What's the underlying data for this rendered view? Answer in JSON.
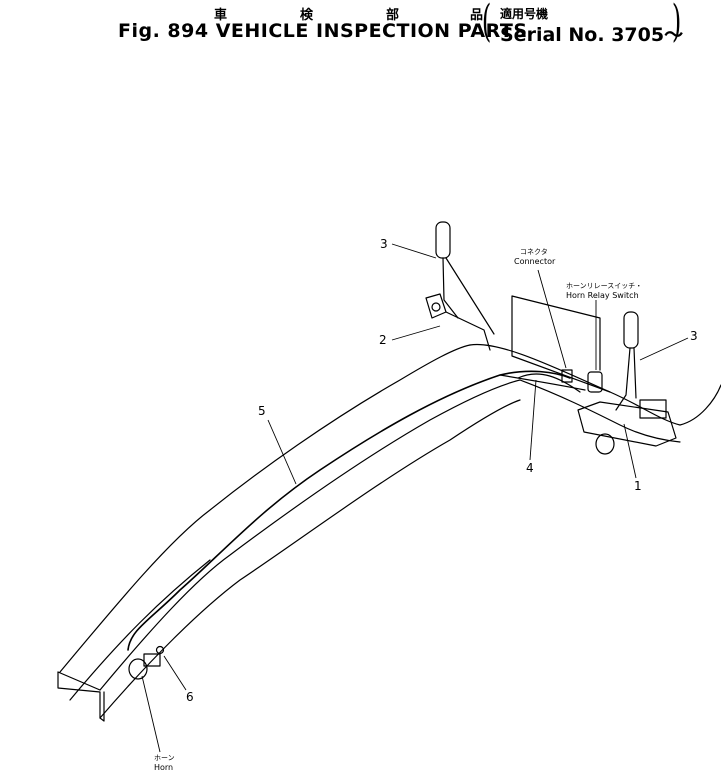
{
  "header": {
    "jp_chars": [
      "車",
      "検",
      "部",
      "品"
    ],
    "title": "Fig. 894 VEHICLE INSPECTION PARTS",
    "serial_jp": "適用号機",
    "serial": "Serial No. 3705～"
  },
  "callouts": {
    "p1": "1",
    "p2": "2",
    "p3a": "3",
    "p3b": "3",
    "p4": "4",
    "p5": "5",
    "p6": "6"
  },
  "labels": {
    "connector_jp": "コネクタ",
    "connector": "Connector",
    "relay_jp": "ホーンリレースイッチ・",
    "relay": "Horn Relay Switch",
    "horn_jp": "ホーン",
    "horn": "Horn"
  }
}
